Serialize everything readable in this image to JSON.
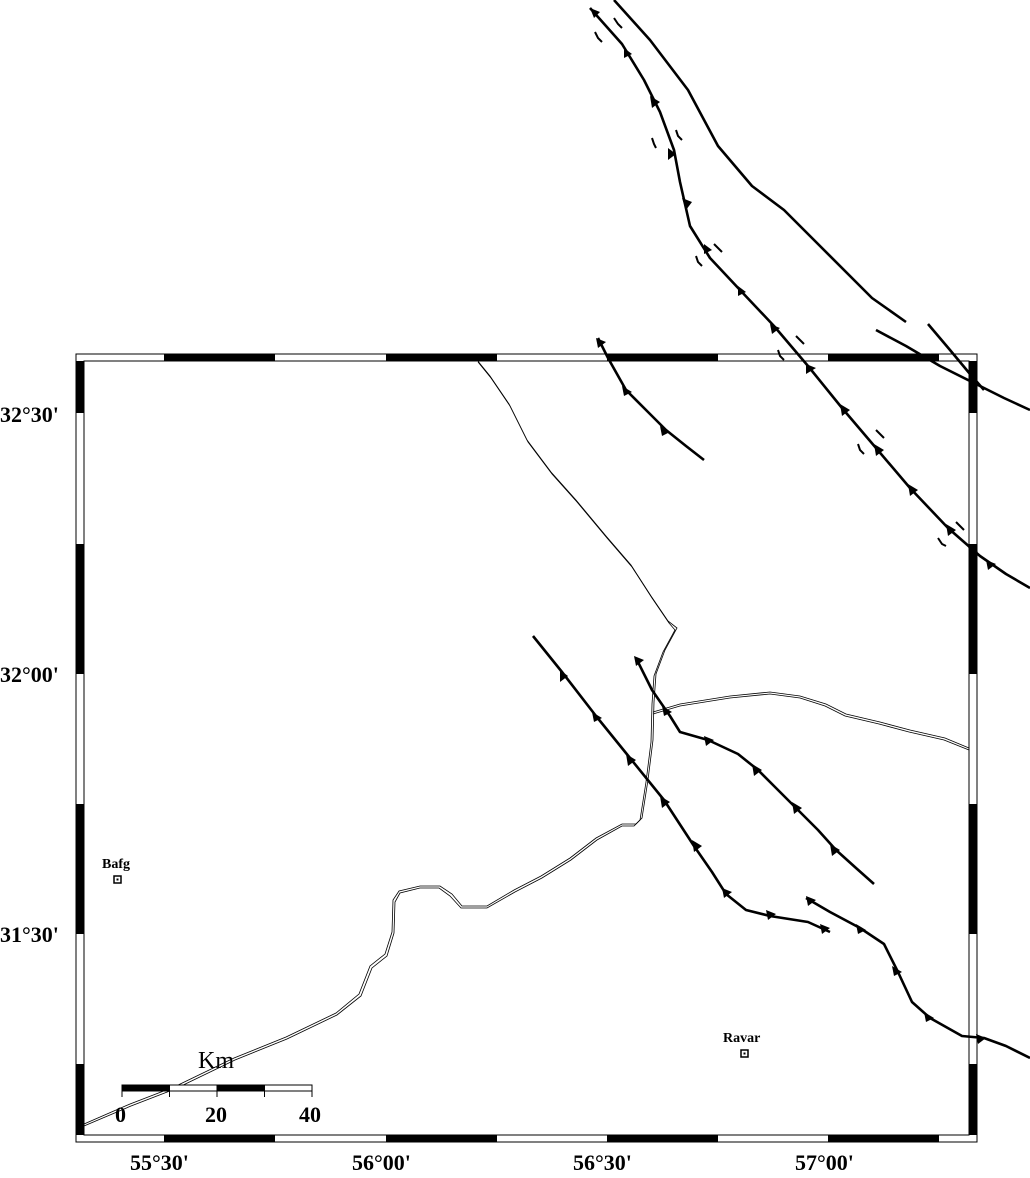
{
  "map": {
    "latitude_labels": [
      "32°30'",
      "32°00'",
      "31°30'"
    ],
    "longitude_labels": [
      "55°30'",
      "56°00'",
      "56°30'",
      "57°00'"
    ],
    "places": [
      {
        "name": "Bafg"
      },
      {
        "name": "Ravar"
      }
    ],
    "scale_bar": {
      "unit": "Km",
      "ticks": [
        "0",
        "20",
        "40"
      ]
    }
  }
}
